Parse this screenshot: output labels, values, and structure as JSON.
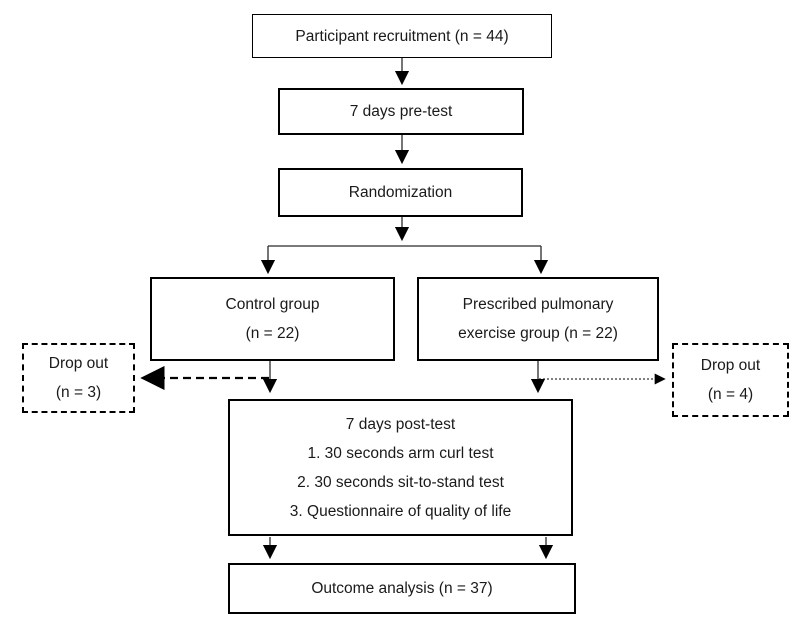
{
  "nodes": {
    "recruitment": {
      "label": "Participant recruitment (n = 44)"
    },
    "pretest": {
      "label": "7 days pre-test"
    },
    "randomization": {
      "label": "Randomization"
    },
    "control": {
      "lines": [
        "Control group",
        "(n = 22)"
      ]
    },
    "exercise": {
      "lines": [
        "Prescribed pulmonary",
        "exercise group (n = 22)"
      ]
    },
    "dropout_left": {
      "lines": [
        "Drop out",
        "(n = 3)"
      ]
    },
    "dropout_right": {
      "lines": [
        "Drop out",
        "(n = 4)"
      ]
    },
    "posttest": {
      "lines": [
        "7 days post-test",
        "1. 30 seconds arm curl test",
        "2. 30 seconds sit-to-stand test",
        "3. Questionnaire of quality of life"
      ]
    },
    "outcome": {
      "label": "Outcome analysis (n = 37)"
    }
  },
  "colors": {
    "box_border": "#000000",
    "text": "#1a1a1a",
    "background": "#ffffff",
    "connector": "#2b2b2b",
    "arrowhead": "#000000"
  }
}
